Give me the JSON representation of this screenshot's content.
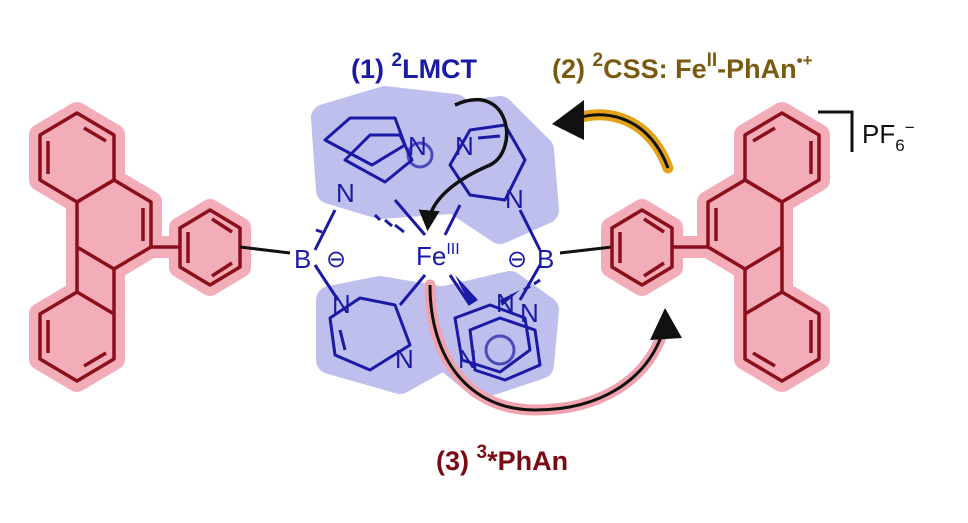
{
  "labels": {
    "step1": {
      "prefix": "(1) ",
      "sup": "2",
      "main": "LMCT",
      "color": "#1a1aa6"
    },
    "step2": {
      "prefix": "(2) ",
      "sup": "2",
      "main": "CSS: Fe",
      "sup2": "II",
      "rest": "-PhAn",
      "sup3": "•+",
      "color": "#7a5a10"
    },
    "step3": {
      "prefix": "(3) ",
      "sup": "3",
      "main": "*PhAn",
      "color": "#7a0a14"
    }
  },
  "atoms": {
    "iron": "Fe",
    "iron_ox": "III",
    "boron": "B",
    "nitrogen": "N",
    "charge": "⊖",
    "counterion": "PF",
    "counterion_sub": "6",
    "counterion_sup": "−"
  },
  "colors": {
    "anthracene_glow": "#f3a9b5",
    "anthracene_bond": "#8b0f1a",
    "core_glow": "#b9b9ec",
    "core_bond": "#1a1aa6",
    "arrow_css": "#e3a21a",
    "arrow_phan": "#f0a3ae",
    "arrow_core": "#111111"
  }
}
